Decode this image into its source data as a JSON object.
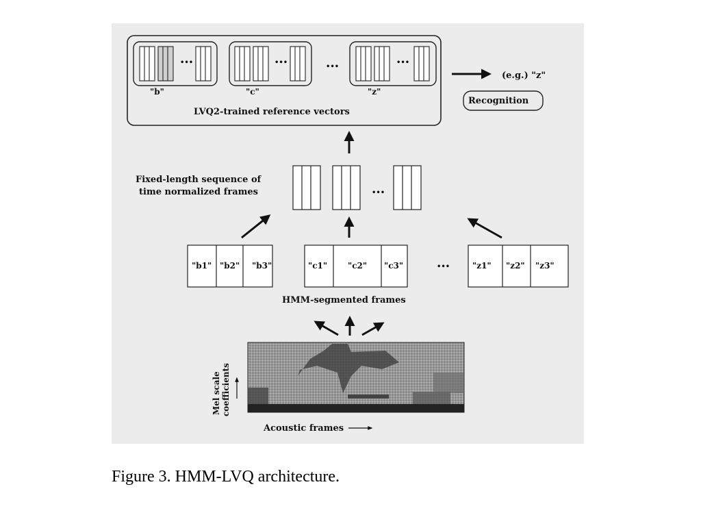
{
  "labels": {
    "ref_b": "\"b\"",
    "ref_c": "\"c\"",
    "ref_z": "\"z\"",
    "dots": "•••",
    "output": "(e.g.) \"z\"",
    "recognition": "Recognition",
    "lvq": "LVQ2-trained reference vectors",
    "fixed_line1": "Fixed-length sequence of",
    "fixed_line2": "time normalized frames",
    "seg_b1": "\"b1\"",
    "seg_b2": "\"b2\"",
    "seg_b3": "\"b3\"",
    "seg_c1": "\"c1\"",
    "seg_c2": "\"c2\"",
    "seg_c3": "\"c3\"",
    "seg_z1": "\"z1\"",
    "seg_z2": "\"z2\"",
    "seg_z3": "\"z3\"",
    "hmm": "HMM-segmented frames",
    "mel_line1": "Mel scale",
    "mel_line2": "coefficients",
    "acoustic": "Acoustic frames"
  },
  "caption": "Figure 3. HMM-LVQ architecture."
}
